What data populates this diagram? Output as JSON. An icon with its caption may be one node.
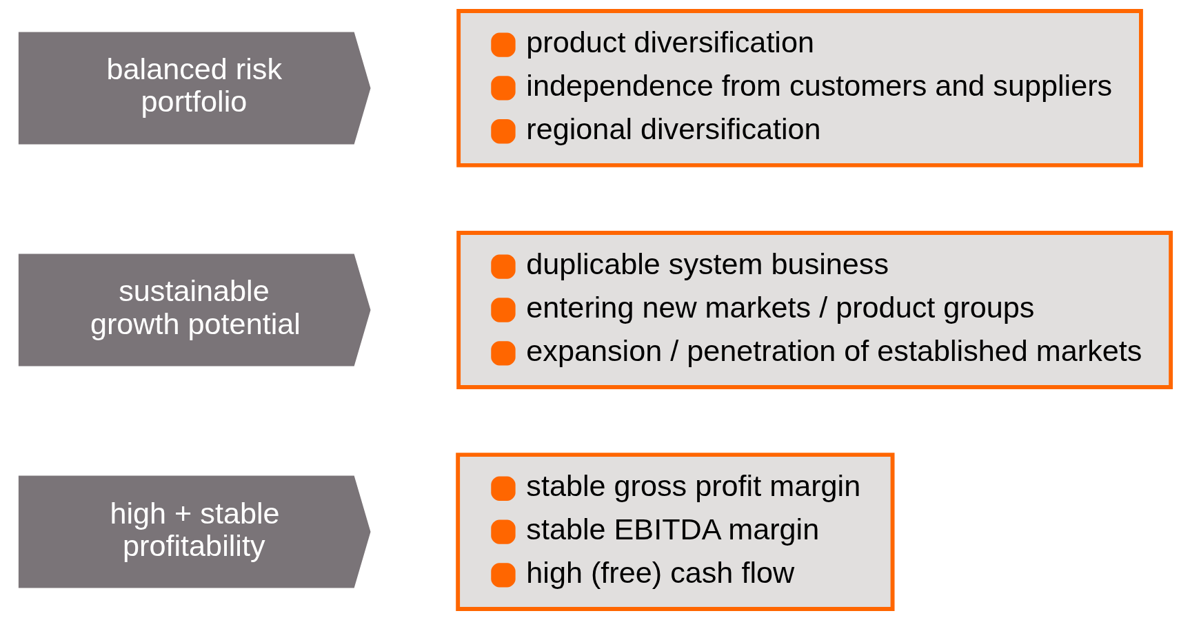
{
  "diagram": {
    "nodes": [
      {
        "text": [
          "balanced risk portfolio"
        ]
      },
      {
        "text": [
          "product diversification",
          "independence from customers and suppliers",
          "regional diversification"
        ]
      },
      {
        "text": [
          "sustainable growth potential"
        ]
      },
      {
        "text": [
          "duplicable system business",
          "entering new markets / product groups",
          "expansion / penetration of established markets"
        ]
      },
      {
        "text": [
          "high + stable profitability"
        ]
      },
      {
        "text": [
          "stable gross profit margin",
          "stable EBITDA margin",
          "high (free) cash flow"
        ]
      }
    ]
  }
}
